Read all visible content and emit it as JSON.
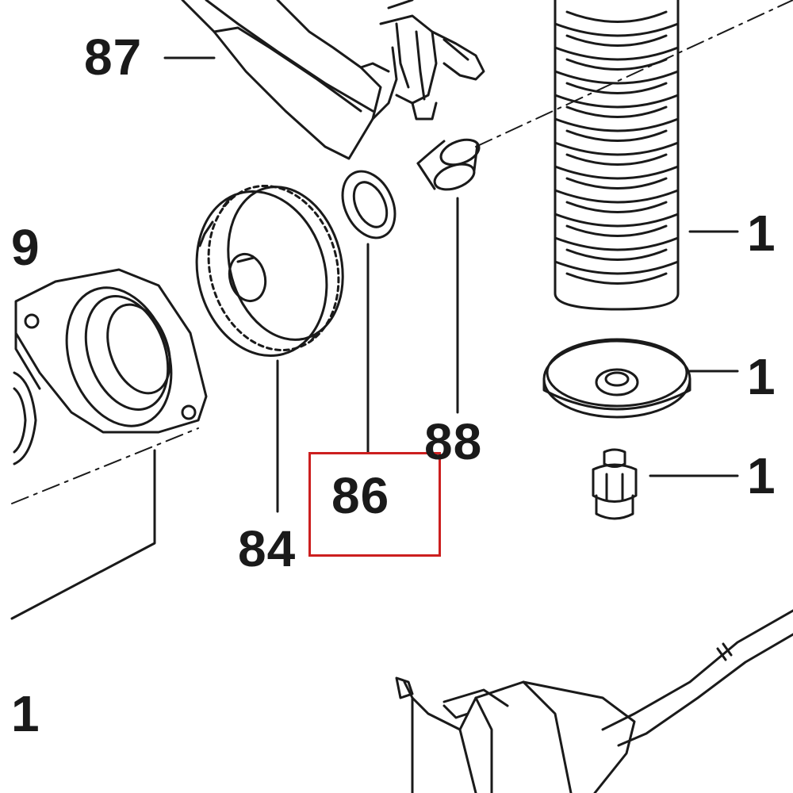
{
  "labels": {
    "part_87": "87",
    "part_88": "88",
    "part_86": "86",
    "part_84": "84",
    "part_9": "9",
    "part_1_bottom": "1",
    "part_1_spring": "1",
    "part_1_disc": "1",
    "part_1_bolt": "1"
  },
  "colors": {
    "line": "#1a1a1a",
    "highlight": "#cc1f1f",
    "background": "#ffffff"
  },
  "highlighted_part": "86"
}
